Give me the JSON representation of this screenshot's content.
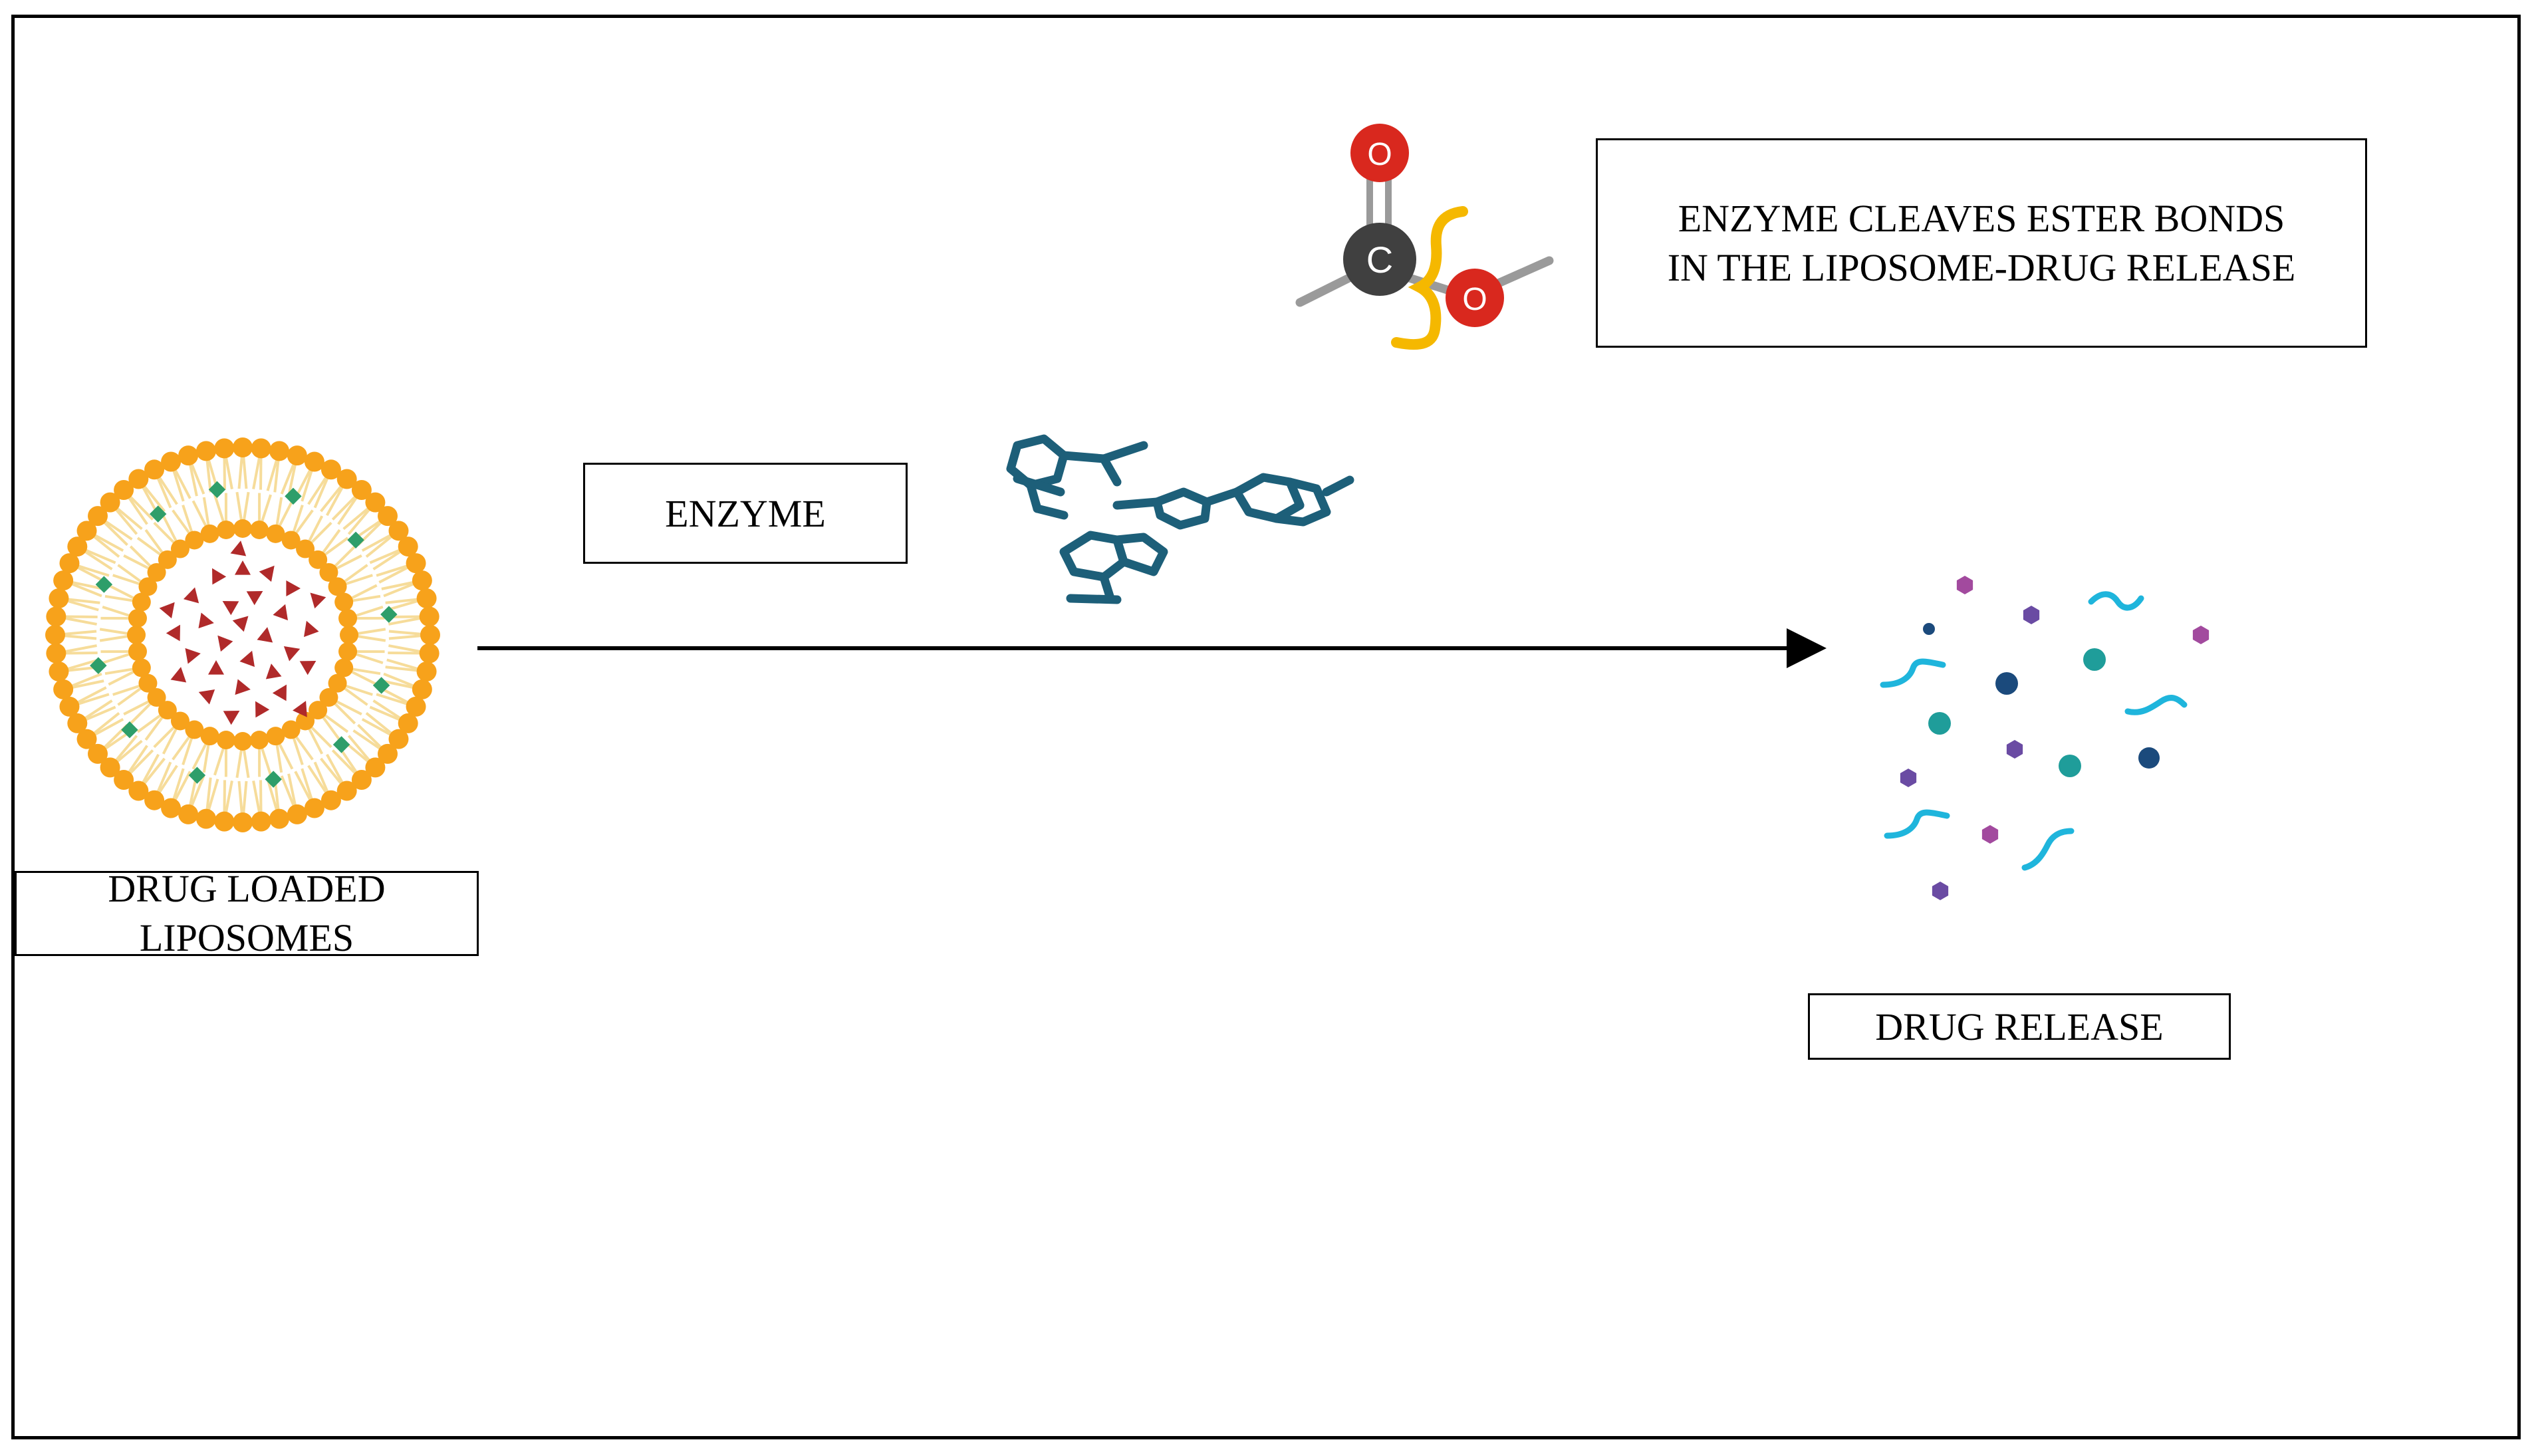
{
  "ester_note": {
    "text": "ENZYME CLEAVES ESTER BONDS\nIN THE LIPOSOME-DRUG RELEASE"
  },
  "enzyme_label": {
    "text": "ENZYME"
  },
  "liposome_label": {
    "text": "DRUG LOADED\nLIPOSOMES"
  },
  "release_label": {
    "text": "DRUG RELEASE"
  },
  "molecule": {
    "carbon": "C",
    "oxygen_top": "O",
    "oxygen_side": "O"
  },
  "colors": {
    "lipid": "#f7a21b",
    "lipid_tail": "#f6dc9a",
    "drug_core": "#b02a2a",
    "drug_membrane": "#2e9e6a",
    "enzyme": "#1d5f79",
    "oxygen": "#d9281e",
    "carbon": "#404040",
    "cleave_mark": "#f5b800",
    "released_teal": "#1f9d9a",
    "released_navy": "#1b4a7c",
    "released_purple": "#6a4ba3",
    "released_magenta": "#a24a9e",
    "released_cyan": "#1fb5dc"
  }
}
